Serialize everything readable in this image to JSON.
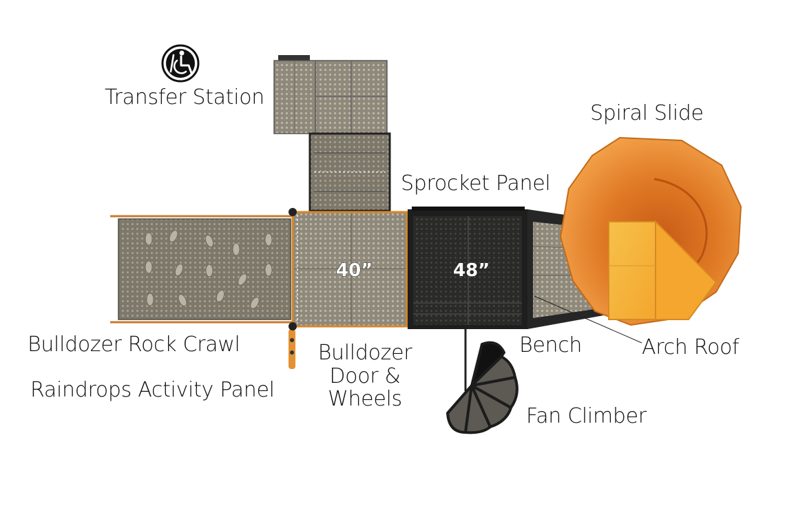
{
  "labels": {
    "transfer_station": "Transfer Station",
    "spiral_slide": "Spiral Slide",
    "sprocket_panel": "Sprocket Panel",
    "bulldozer_rock_crawl": "Bulldozer Rock Crawl",
    "raindrops_activity_panel": "Raindrops Activity Panel",
    "bulldozer_door_line1": "Bulldozer",
    "bulldozer_door_line2": "Door &",
    "bulldozer_door_line3": "Wheels",
    "bench": "Bench",
    "arch_roof": "Arch Roof",
    "fan_climber": "Fan Climber"
  },
  "deck_heights": {
    "deck_low": "40”",
    "deck_high": "48”"
  },
  "icons": {
    "accessibility": "wheelchair-accessibility-icon"
  },
  "colors": {
    "deck_gray": "#8a8472",
    "frame_black": "#1e1e1e",
    "post_orange": "#d9862a",
    "slide_orange": "#e8862c",
    "roof_yellow": "#f7b83c"
  }
}
